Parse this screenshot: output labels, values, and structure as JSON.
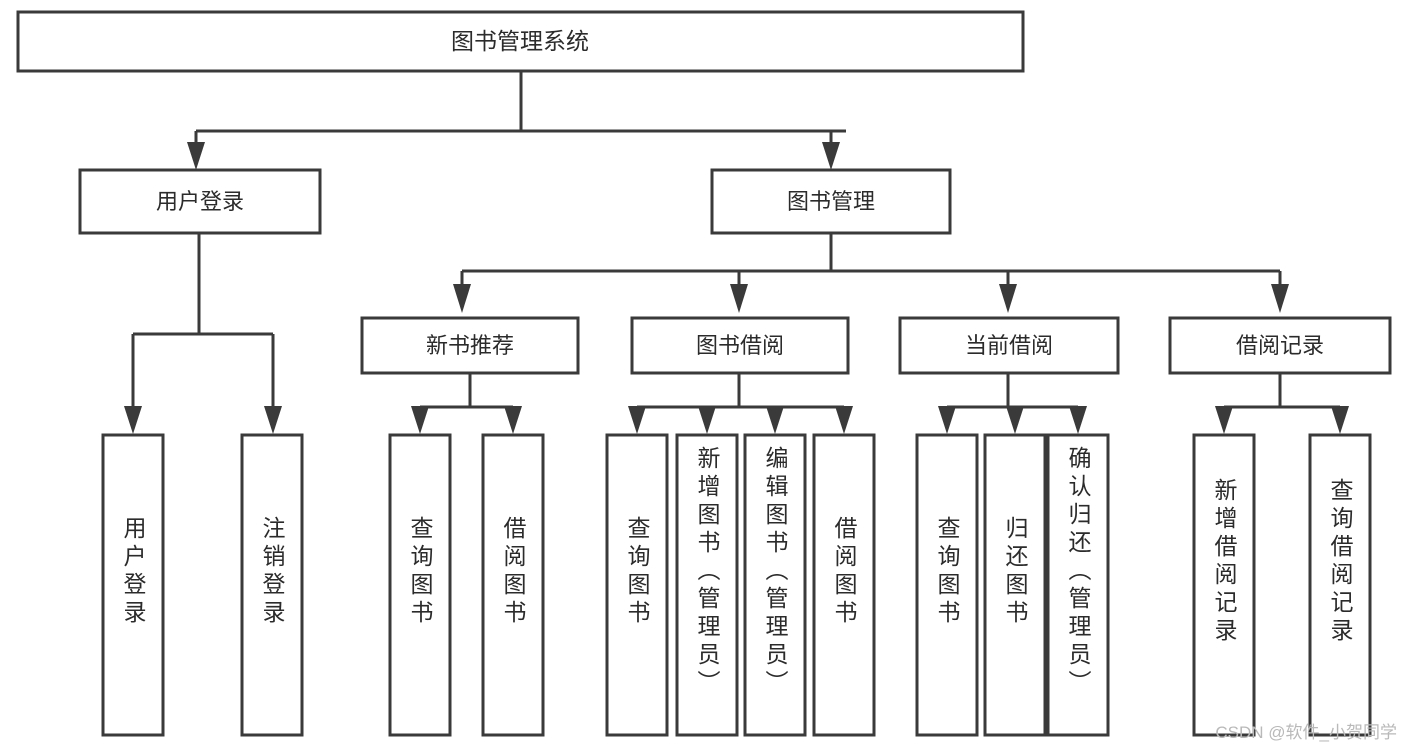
{
  "diagram": {
    "type": "tree-hierarchy",
    "title": "图书管理系统",
    "watermark": "CSDN @软件_小贺同学",
    "root": {
      "id": "root",
      "label": "图书管理系统",
      "orientation": "horizontal"
    },
    "level2": [
      {
        "id": "user-login",
        "label": "用户登录",
        "orientation": "horizontal"
      },
      {
        "id": "book-manage",
        "label": "图书管理",
        "orientation": "horizontal"
      }
    ],
    "level3": [
      {
        "id": "new-book-recommend",
        "label": "新书推荐",
        "orientation": "horizontal",
        "parent": "book-manage"
      },
      {
        "id": "book-borrow",
        "label": "图书借阅",
        "orientation": "horizontal",
        "parent": "book-manage"
      },
      {
        "id": "current-borrow",
        "label": "当前借阅",
        "orientation": "horizontal",
        "parent": "book-manage"
      },
      {
        "id": "borrow-record",
        "label": "借阅记录",
        "orientation": "horizontal",
        "parent": "book-manage"
      }
    ],
    "leaves": [
      {
        "id": "leaf-user-login",
        "label": "用户登录",
        "orientation": "vertical",
        "parent": "user-login"
      },
      {
        "id": "leaf-user-logout",
        "label": "注销登录",
        "orientation": "vertical",
        "parent": "user-login"
      },
      {
        "id": "leaf-query-book-1",
        "label": "查询图书",
        "orientation": "vertical",
        "parent": "new-book-recommend"
      },
      {
        "id": "leaf-borrow-book-1",
        "label": "借阅图书",
        "orientation": "vertical",
        "parent": "new-book-recommend"
      },
      {
        "id": "leaf-query-book-2",
        "label": "查询图书",
        "orientation": "vertical",
        "parent": "book-borrow"
      },
      {
        "id": "leaf-add-book",
        "label": "新增图书（管理员）",
        "orientation": "vertical",
        "parent": "book-borrow"
      },
      {
        "id": "leaf-edit-book",
        "label": "编辑图书（管理员）",
        "orientation": "vertical",
        "parent": "book-borrow"
      },
      {
        "id": "leaf-borrow-book-2",
        "label": "借阅图书",
        "orientation": "vertical",
        "parent": "book-borrow"
      },
      {
        "id": "leaf-query-book-3",
        "label": "查询图书",
        "orientation": "vertical",
        "parent": "current-borrow"
      },
      {
        "id": "leaf-return-book",
        "label": "归还图书",
        "orientation": "vertical",
        "parent": "current-borrow"
      },
      {
        "id": "leaf-confirm-return",
        "label": "确认归还（管理员）",
        "orientation": "vertical",
        "parent": "current-borrow"
      },
      {
        "id": "leaf-add-record",
        "label": "新增借阅记录",
        "orientation": "vertical",
        "parent": "borrow-record"
      },
      {
        "id": "leaf-query-record",
        "label": "查询借阅记录",
        "orientation": "vertical",
        "parent": "borrow-record"
      }
    ],
    "colors": {
      "stroke": "#3a3a3a",
      "fill": "#ffffff",
      "text": "#2b2b2b",
      "watermark": "#b9b9b9"
    }
  }
}
